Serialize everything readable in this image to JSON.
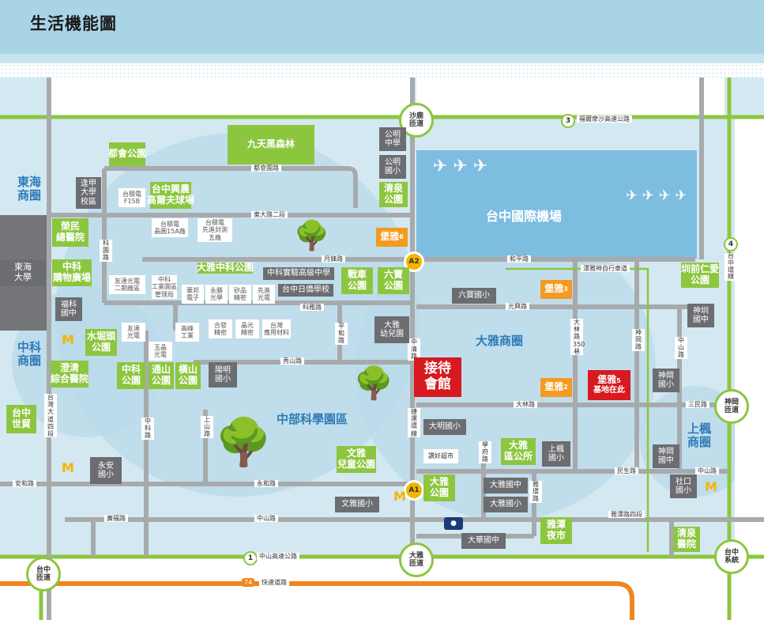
{
  "header": {
    "title": "生活機能圖"
  },
  "colors": {
    "green": "#8cc63f",
    "gray": "#6b6d70",
    "road": "#a7aaac",
    "orange_highway": "#f0861e",
    "red": "#d71920",
    "zone_blue": "#2e7bb8"
  },
  "interchanges": {
    "shalu": "沙鹿\n匝道",
    "shengang": "神岡\n匝道",
    "taizhong_sys": "台中\n系統",
    "daya": "大雅\n匝道",
    "taizhong": "台中\n匝道"
  },
  "highway_labels": {
    "fuer_formosa": "福爾摩沙高速公路",
    "fuer_num": "3",
    "zhongshan_hwy": "中山高速公路",
    "zhongshan_num": "1",
    "kuaisu": "快速道路",
    "kuaisu_num": "74",
    "hw4_num": "4",
    "hw4_label": "台中環線"
  },
  "routes": {
    "A1": "A1",
    "A2": "A2"
  },
  "roads": {
    "duhui": "都會園路",
    "dongda2": "東大路二段",
    "yuanshan": "月鋒路",
    "kexue": "科雅路",
    "xiushan": "秀山路",
    "yonghe": "永和路",
    "zhongshan": "中山路",
    "anhe": "安和路",
    "guangfu": "廣福路",
    "hepin": "和平路",
    "guangxing": "光興路",
    "dalin": "大林路",
    "sanfeng": "三民路",
    "minsheng": "民生路",
    "zhongshan_e": "中山路",
    "yatan4": "雅潭路四段",
    "tanzi_bike": "潭雅神自行車道",
    "kebu": "科園路",
    "zhongke": "中科路",
    "shangshan": "上山路",
    "pingya": "平和路",
    "zhongqing": "中清路",
    "jieyuan": "捷運環線",
    "xuefu": "學府路",
    "yatan": "雅環路",
    "dalin350": "大林路350巷",
    "shengang_rd": "神岡路",
    "zhongshan_n": "中山路",
    "taiwan_dadao": "台灣大道四段"
  },
  "places": {
    "donghai_shangquan": "東海\n商圈",
    "donghai_univ": "東海\n大學",
    "zhongke_shangquan": "中科\n商圈",
    "taizhong_shimao": "台中\n世貿",
    "fengjia": "逢甲\n大學\n校區",
    "duhui_park": "都會公園",
    "jiutian": "九天黑森林",
    "taizhong_golf": "台中興農\n高爾夫球場",
    "rongmin": "榮民\n總醫院",
    "zhongke_mall": "中科\n購物廣場",
    "fuli": "福科\n國中",
    "shuijutou": "水堀頭\n公園",
    "chengqing": "澄清\n綜合醫院",
    "zhongke_park": "中科\n公園",
    "tongshan_park": "通山\n公園",
    "hengshan_park": "橫山\n公園",
    "yangming": "陽明\n國小",
    "daya_zhongke_park": "大雅中科公園",
    "zhongke_exp": "中科實驗高級中學",
    "taizhong_japan": "台中日僑學校",
    "zhanche_park": "戰車\n公園",
    "liubao_park": "六寶\n公園",
    "gongming_ms": "公明\n中學",
    "gongming_es": "公明\n國小",
    "qingquan_park": "清泉\n公園",
    "airport": "台中國際機場",
    "daya_kinder": "大雅\n幼兒園",
    "liubao_es": "六寶國小",
    "daya_shangquan": "大雅商圈",
    "reception": "接待\n會館",
    "base_label": "基地在此",
    "daming_es": "大明國小",
    "daya_district": "大雅\n區公所",
    "shangfeng_es": "上楓\n國小",
    "shangfeng_shangquan": "上楓\n商圈",
    "shengang_es": "神岡\n國小",
    "shengang_ms": "神岡\n國中",
    "shezhen_park": "圳前仁愛\n公園",
    "shenqiao_ms": "神圳\n國中",
    "shekou_es": "社口\n國小",
    "qingquan_hosp": "清泉\n醫院",
    "daya_ms": "大雅國中",
    "daya_es": "大雅國小",
    "yatan_market": "雅潭\n夜市",
    "dahua_ms": "大華國中",
    "daya_park": "大雅\n公園",
    "wenya_es": "文雅國小",
    "wenya_park": "文雅\n兒童公園",
    "jiuhao_market": "讚好超市",
    "zhongbu_park": "中部科學園區",
    "yongan_es": "永安\n國小"
  },
  "companies": {
    "taiji_f15b": "台積電\nF15B",
    "taiji_15a": "台積電\n晶圓15A廠",
    "taiji_adv": "台積電\n先進封測\n五廠",
    "youda": "友達光電\n二期廠區",
    "zhongke_admin": "中科\n工業園區\n管理局",
    "huabang": "華邦\n電子",
    "yongsheng": "永勝\n光學",
    "ruipin": "矽品\n精密",
    "xianjin": "先進\n光電",
    "youda2": "友達\n光電",
    "gaofeng": "高峰\n工業",
    "yujing": "玉晶\n光電",
    "hejiao": "合發\n精密",
    "jingyuan": "晶元\n精密",
    "taiyu": "台灣\n應用材料"
  },
  "baoya": {
    "b1": "堡雅",
    "n1": "6",
    "b2": "堡雅",
    "n2": "3",
    "b3": "堡雅",
    "n3": "2",
    "b4": "堡雅",
    "n4": "5"
  }
}
